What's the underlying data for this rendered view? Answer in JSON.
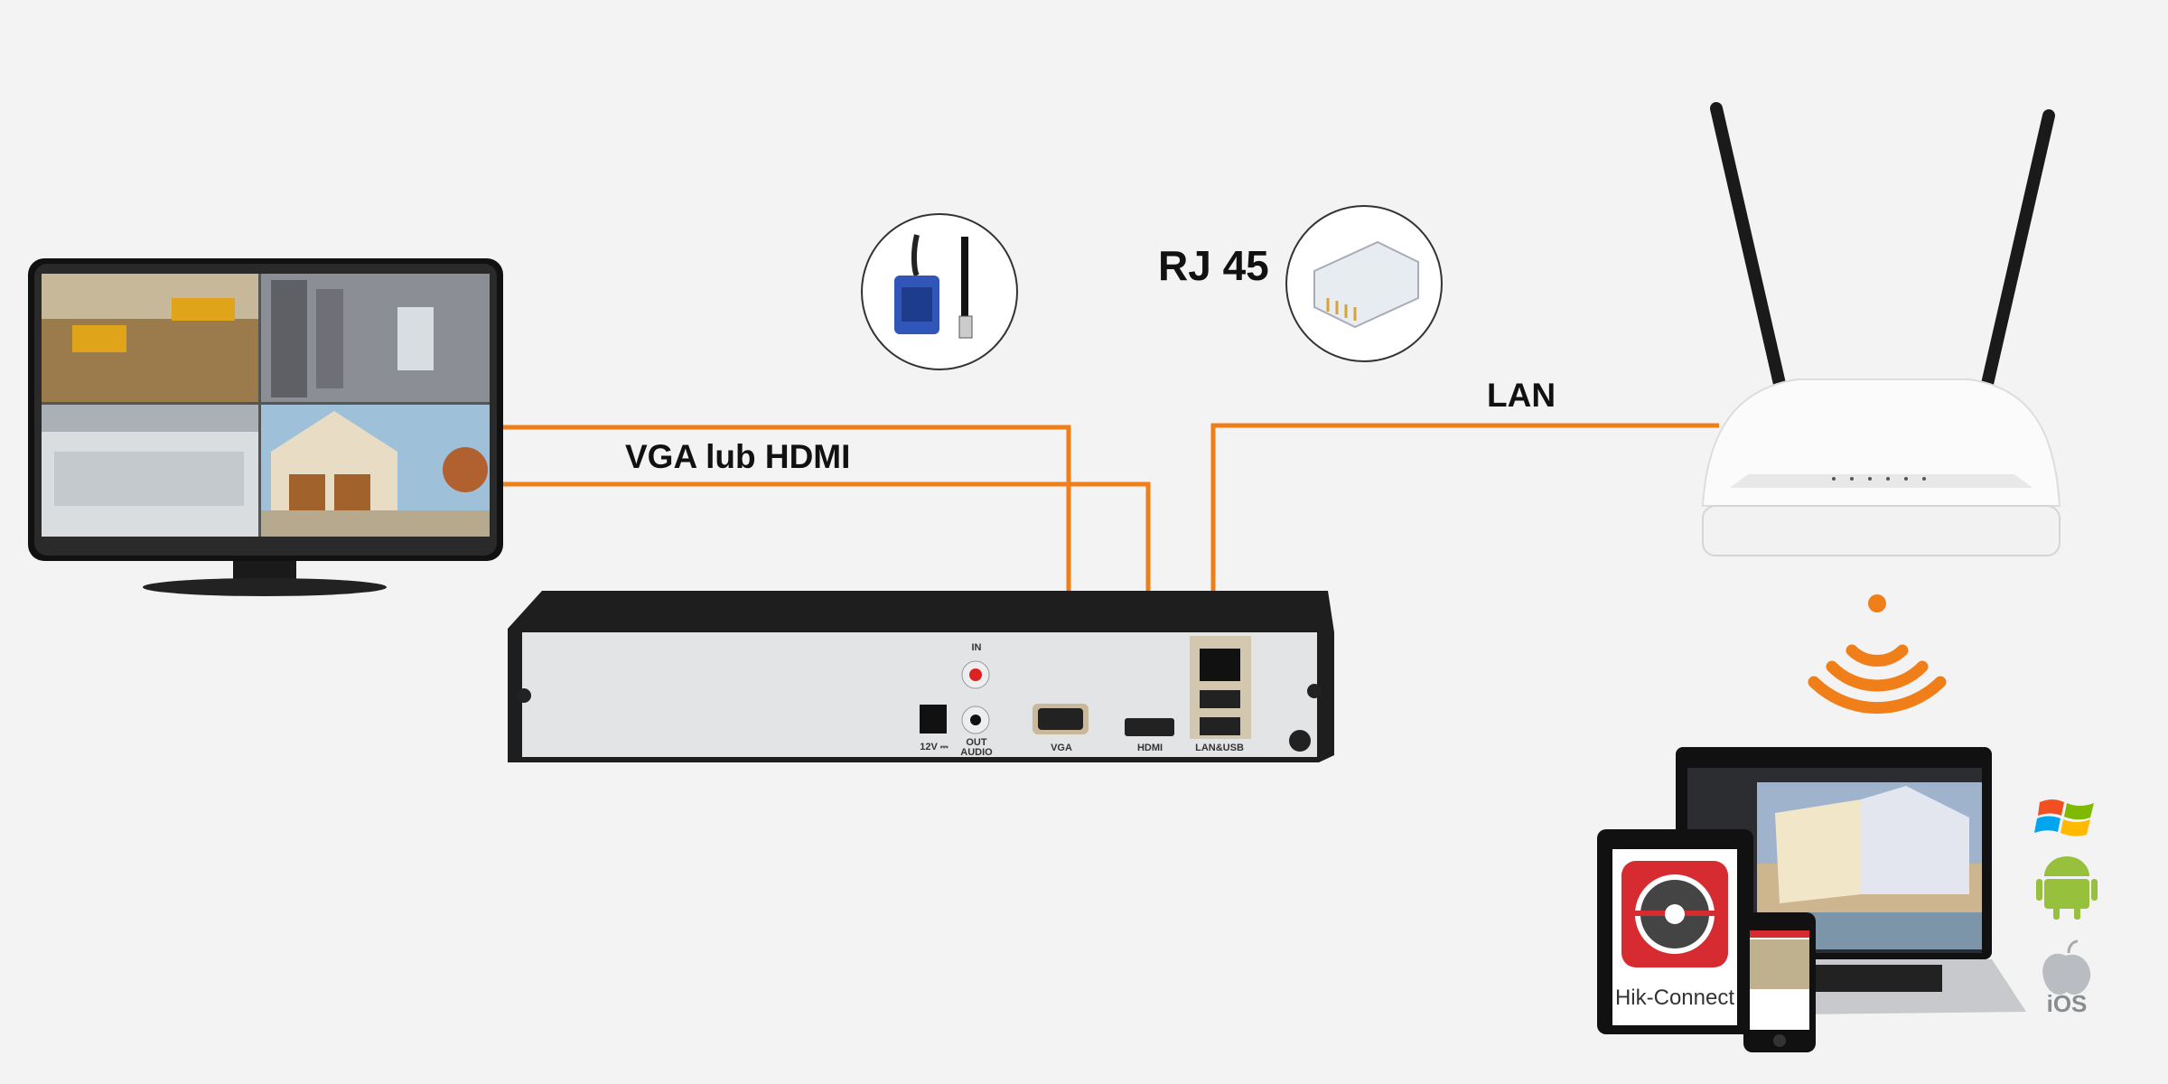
{
  "labels": {
    "video_connection": "VGA lub HDMI",
    "connector": "RJ 45",
    "network": "LAN"
  },
  "nvr_ports": {
    "audio_in": "IN",
    "power": "12V ⎓",
    "audio_out": "OUT",
    "audio": "AUDIO",
    "vga": "VGA",
    "hdmi": "HDMI",
    "lan_usb": "LAN&USB"
  },
  "app": {
    "name": "Hik-Connect"
  },
  "platforms": [
    "windows-icon",
    "android-icon",
    "apple-icon"
  ],
  "platform_text": {
    "ios": "iOS"
  },
  "colors": {
    "cable": "#f07f1a",
    "background": "#f3f3f3",
    "hik_red": "#d62b31",
    "android_green": "#97c03d"
  }
}
